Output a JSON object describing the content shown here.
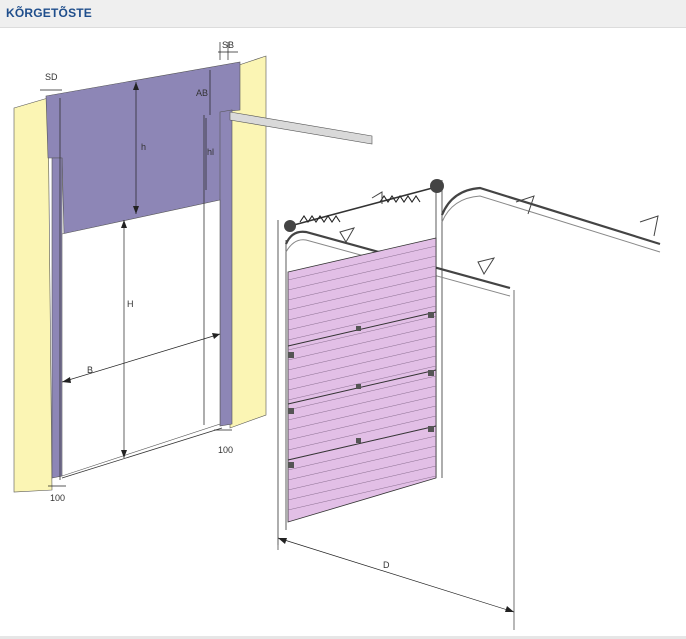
{
  "header": {
    "title": "KÕRGETÕSTE"
  },
  "labels": {
    "sd": "SD",
    "sb": "SB",
    "ab": "AB",
    "h_small": "h",
    "hl": "hl",
    "h_large": "H",
    "b": "B",
    "width_left": "100",
    "width_right": "100",
    "d": "D"
  },
  "colors": {
    "wall": "#fbf5b4",
    "lintel": "#8d86b6",
    "door_panel": "#e2bfe6",
    "line": "#333333",
    "header_text": "#1f4e8c"
  }
}
